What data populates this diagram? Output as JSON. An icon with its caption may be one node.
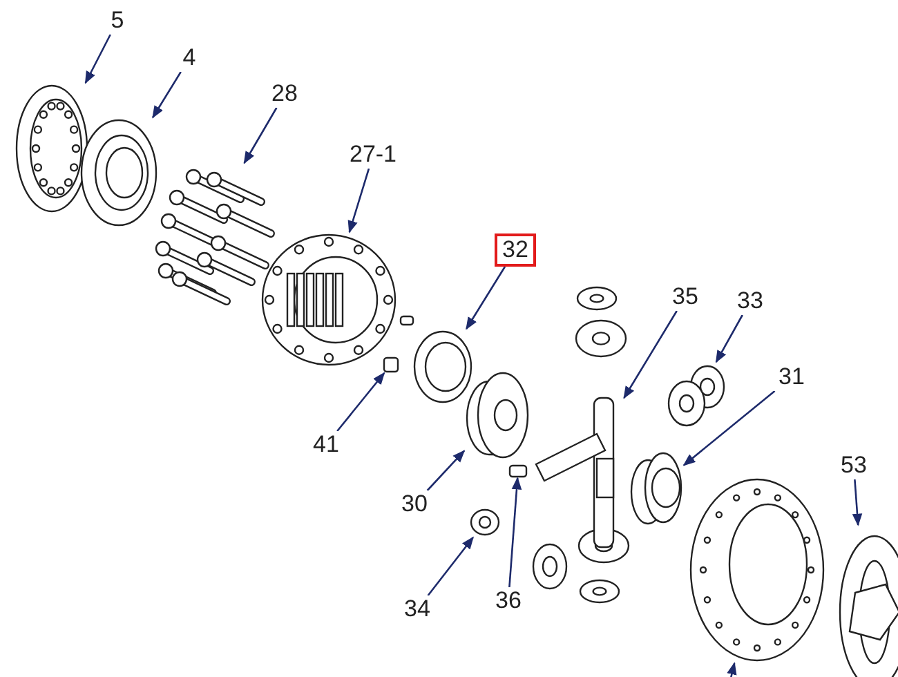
{
  "diagram": {
    "nodes": [
      {
        "text": [
          "5"
        ]
      },
      {
        "text": [],
        "shape": "picture"
      },
      {
        "text": [
          "4"
        ]
      },
      {
        "text": [],
        "shape": "picture"
      },
      {
        "text": [
          "28"
        ]
      },
      {
        "text": [],
        "shape": "picture"
      },
      {
        "text": [
          "27-1"
        ]
      },
      {
        "text": [],
        "shape": "picture"
      },
      {
        "text": [
          "32"
        ]
      },
      {
        "text": [],
        "shape": "picture"
      },
      {
        "text": [
          "35"
        ]
      },
      {
        "text": [],
        "shape": "picture"
      },
      {
        "text": [
          "33"
        ]
      },
      {
        "text": [],
        "shape": "picture"
      },
      {
        "text": [
          "41"
        ]
      },
      {
        "text": [],
        "shape": "box"
      },
      {
        "text": [
          "30"
        ]
      },
      {
        "text": [],
        "shape": "picture"
      },
      {
        "text": [
          "31"
        ]
      },
      {
        "text": [],
        "shape": "picture"
      },
      {
        "text": [
          "34"
        ]
      },
      {
        "text": [],
        "shape": "picture"
      },
      {
        "text": [
          "36"
        ]
      },
      {
        "text": [],
        "shape": "box"
      },
      {
        "text": [
          "53"
        ]
      },
      {
        "text": [],
        "shape": "picture"
      },
      {
        "text": [],
        "shape": "picture"
      }
    ],
    "edges": [
      {
        "from": 0,
        "to": 1,
        "arrow": "to"
      },
      {
        "from": 2,
        "to": 3,
        "arrow": "to"
      },
      {
        "from": 4,
        "to": 5,
        "arrow": "to"
      },
      {
        "from": 6,
        "to": 7,
        "arrow": "to"
      },
      {
        "from": 8,
        "to": 9,
        "arrow": "to"
      },
      {
        "from": 10,
        "to": 11,
        "arrow": "to"
      },
      {
        "from": 12,
        "to": 13,
        "arrow": "to"
      },
      {
        "from": 14,
        "to": 15,
        "arrow": "to"
      },
      {
        "from": 16,
        "to": 17,
        "arrow": "to"
      },
      {
        "from": 18,
        "to": 19,
        "arrow": "to"
      },
      {
        "from": 20,
        "to": 21,
        "arrow": "to"
      },
      {
        "from": 22,
        "to": 23,
        "arrow": "to"
      },
      {
        "from": 24,
        "to": 25,
        "arrow": "to"
      },
      {
        "from": null,
        "to": 26,
        "arrow": "to"
      }
    ]
  }
}
